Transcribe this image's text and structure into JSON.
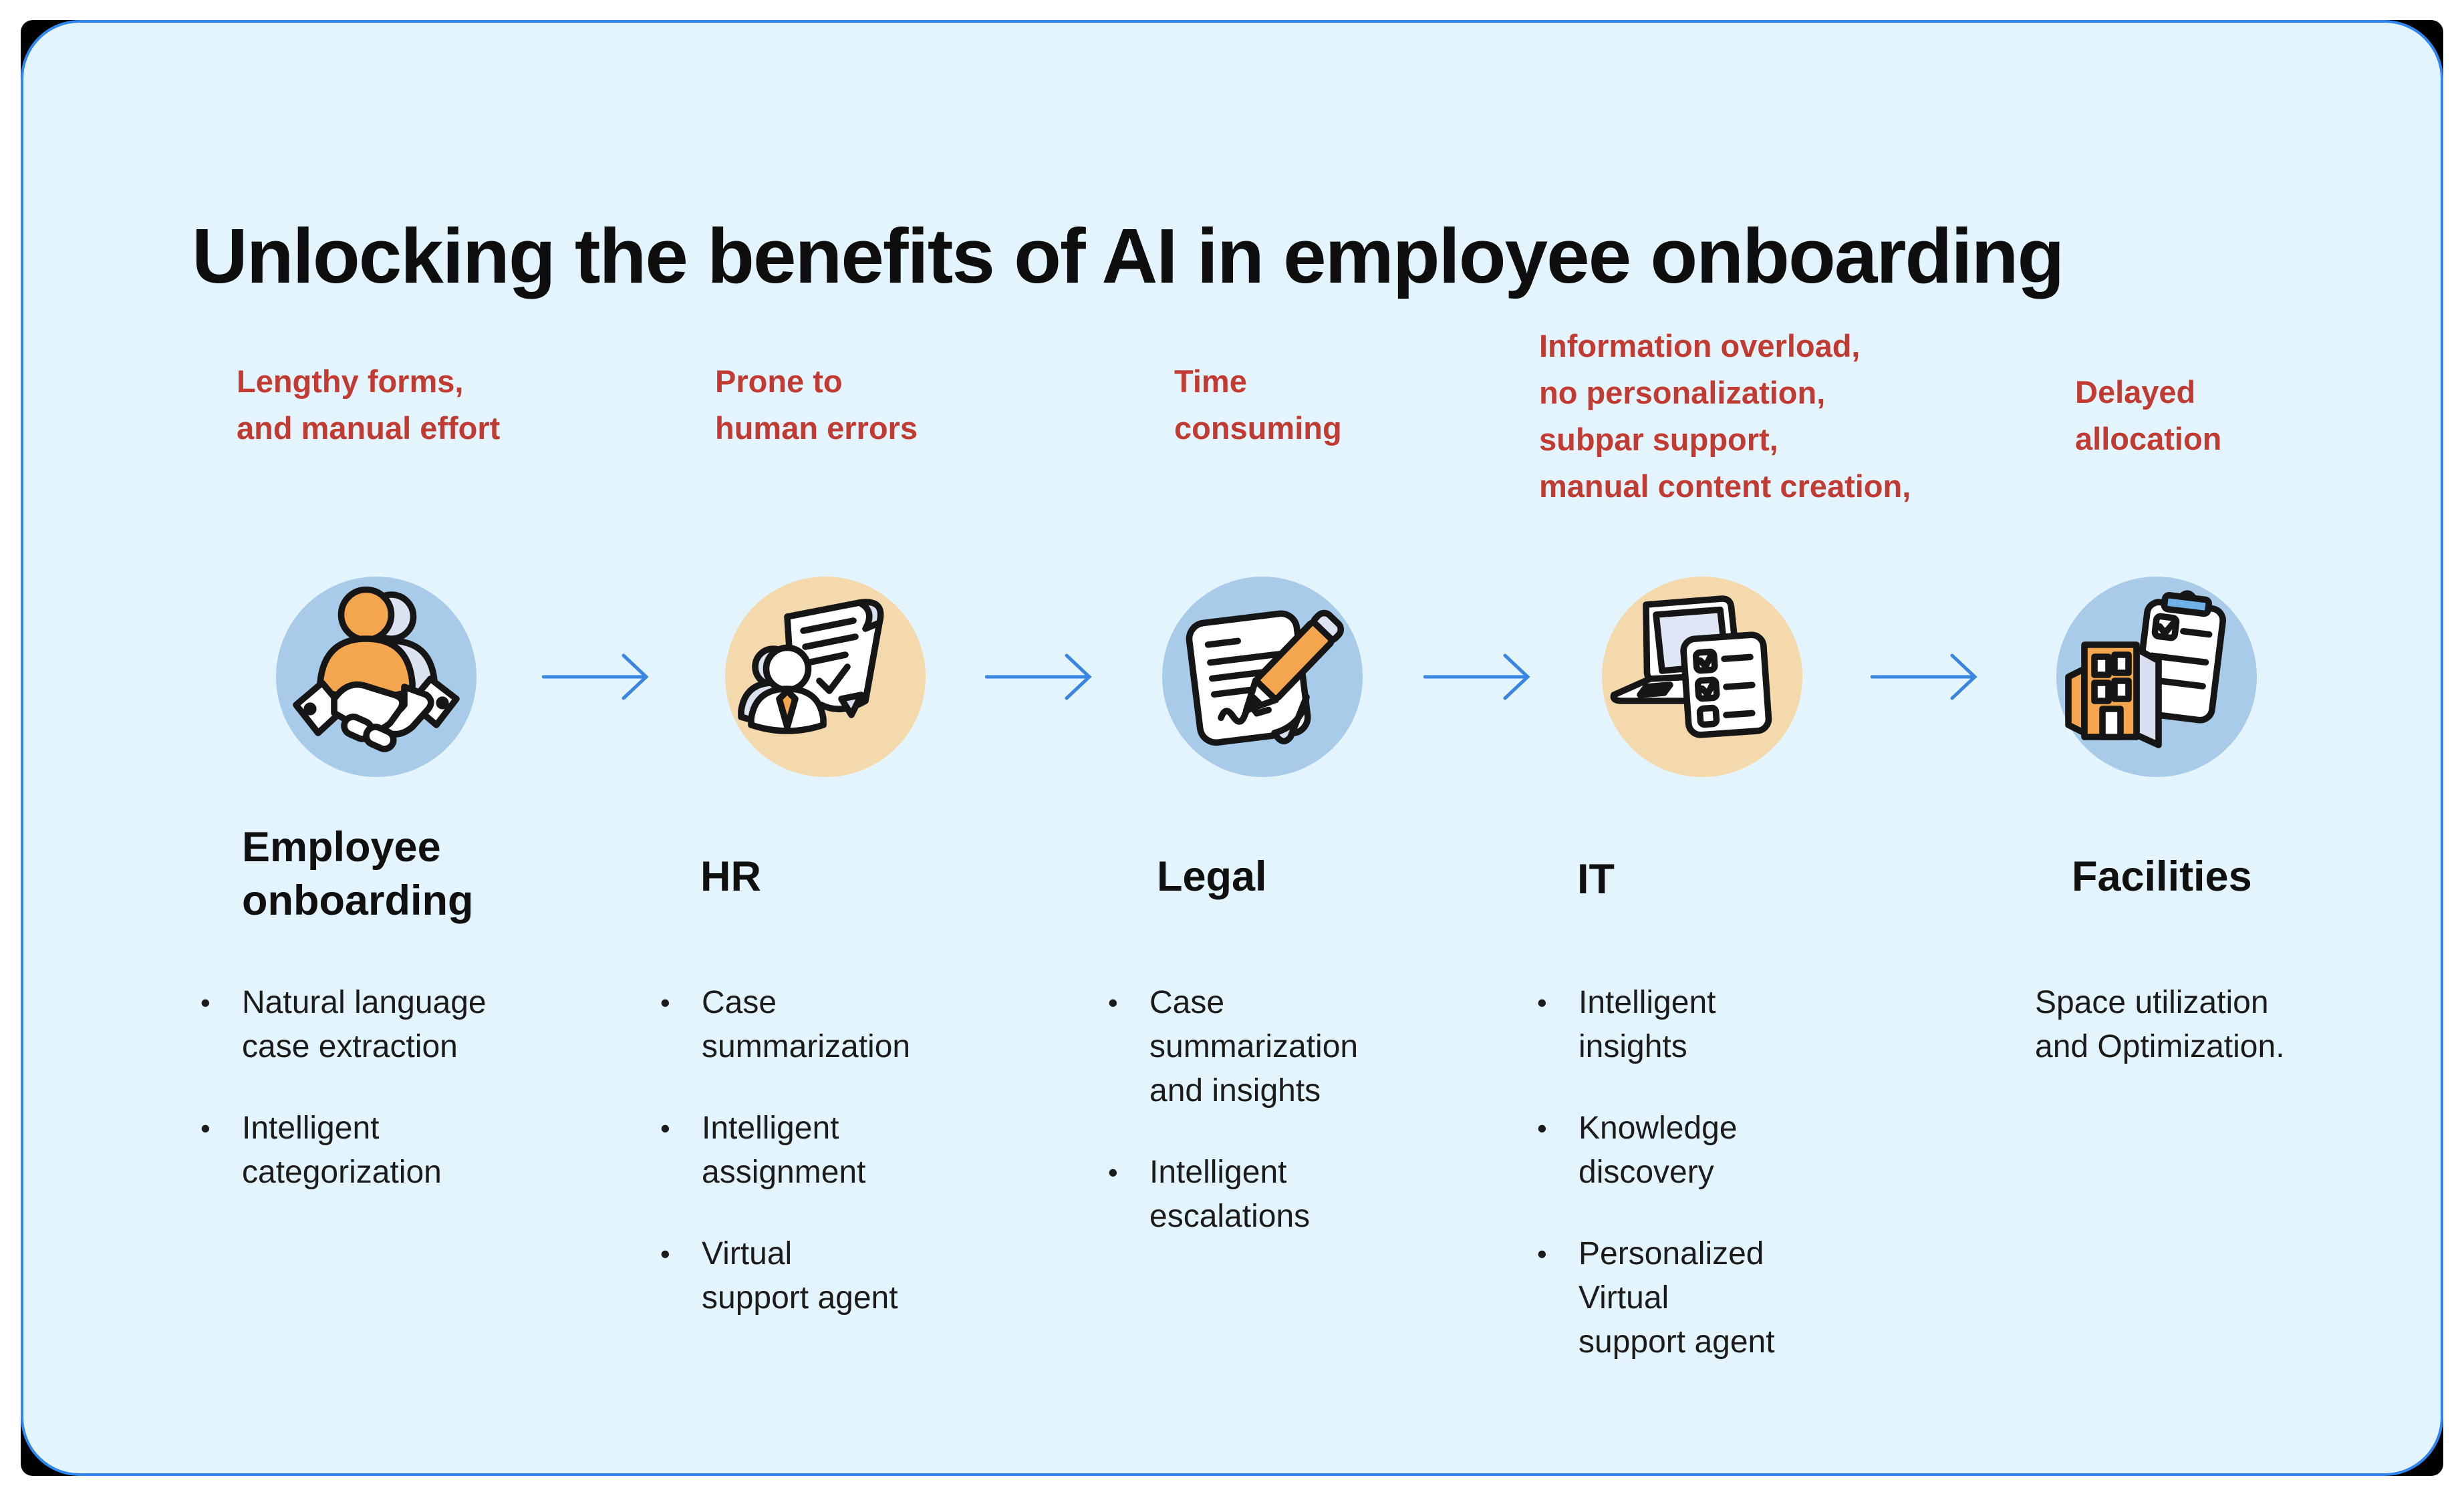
{
  "title": "Unlocking the benefits of AI in employee onboarding",
  "glyphs": {
    "bullet": "•"
  },
  "colors": {
    "panel_background": "#e4f4fd",
    "panel_border": "#2e86f0",
    "frame_corner": "#000000",
    "pain_point_red": "#c23b33",
    "circle_blue": "#a8cbea",
    "circle_tan": "#f4d9ad",
    "arrow_blue": "#3a85e0",
    "text_black": "#101010",
    "icon_orange": "#f3a64e"
  },
  "columns": [
    {
      "id": "employee-onboarding",
      "pain_point": "Lengthy forms,\nand manual effort",
      "icon": "person-handshake-icon",
      "heading": "Employee\nonboarding",
      "items": [
        {
          "bullet": true,
          "text": "Natural language\ncase extraction"
        },
        {
          "bullet": true,
          "text": "Intelligent\ncategorization"
        }
      ]
    },
    {
      "id": "hr",
      "pain_point": "Prone to\nhuman errors",
      "icon": "person-scroll-checklist-icon",
      "heading": "HR",
      "items": [
        {
          "bullet": true,
          "text": "Case\nsummarization"
        },
        {
          "bullet": true,
          "text": "Intelligent\nassignment"
        },
        {
          "bullet": true,
          "text": "Virtual\nsupport agent"
        }
      ]
    },
    {
      "id": "legal",
      "pain_point": "Time\nconsuming",
      "icon": "document-pencil-icon",
      "heading": "Legal",
      "items": [
        {
          "bullet": true,
          "text": "Case\nsummarization\nand insights"
        },
        {
          "bullet": true,
          "text": "Intelligent\nescalations"
        }
      ]
    },
    {
      "id": "it",
      "pain_point": "Information overload,\nno personalization,\nsubpar support,\nmanual content creation,",
      "icon": "laptop-checklist-icon",
      "heading": "IT",
      "items": [
        {
          "bullet": true,
          "text": "Intelligent\ninsights"
        },
        {
          "bullet": true,
          "text": "Knowledge\ndiscovery"
        },
        {
          "bullet": true,
          "text": "Personalized\nVirtual\nsupport agent"
        }
      ]
    },
    {
      "id": "facilities",
      "pain_point": "Delayed\nallocation",
      "icon": "building-clipboard-icon",
      "heading": "Facilities",
      "items": [
        {
          "bullet": false,
          "text": "Space utilization\nand Optimization."
        }
      ]
    }
  ]
}
